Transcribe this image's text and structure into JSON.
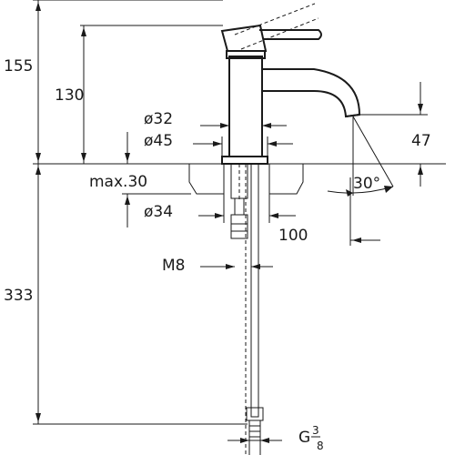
{
  "diagram": {
    "dimensions": {
      "overall_height_above": "155",
      "spout_height": "130",
      "body_diameter": "ø32",
      "base_diameter": "ø45",
      "max_deck_thickness": "max.30",
      "hole_diameter": "ø34",
      "spout_reach": "100",
      "outlet_height": "47",
      "outlet_angle": "30°",
      "stud_thread": "M8",
      "below_deck_length": "333",
      "hose_thread_main": "G",
      "hose_thread_num": "3",
      "hose_thread_den": "8"
    }
  }
}
